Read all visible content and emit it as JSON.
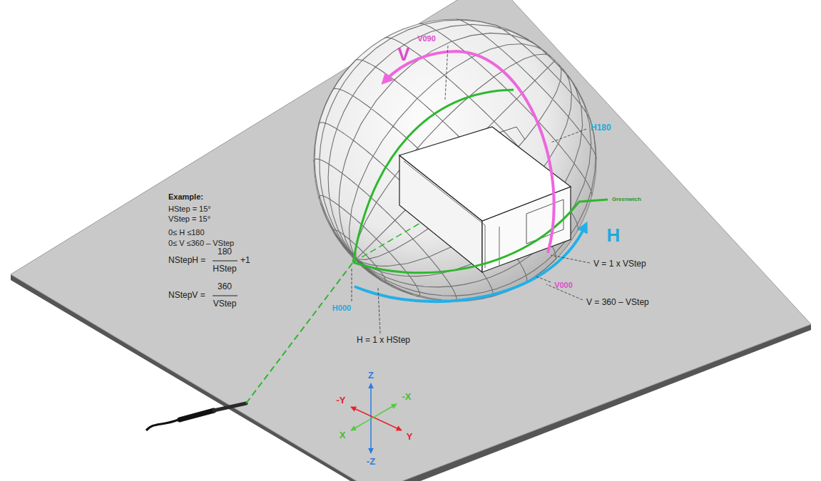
{
  "diagram": {
    "labels": [
      "V090",
      "V",
      "H180",
      "Greenwich",
      "H",
      "V = 1 x VStep",
      "V000",
      "V = 360 – VStep",
      "H000",
      "H = 1 x HStep",
      "Example:",
      "HStep = 15°",
      "VStep = 15°",
      "0≤ H ≤180",
      "0≤ V ≤360 – VStep",
      "NStepH =",
      "180",
      "HStep",
      "+1",
      "NStepV =",
      "360",
      "VStep",
      "Z",
      "-Y",
      "-X",
      "X",
      "Y",
      "-Z"
    ]
  }
}
